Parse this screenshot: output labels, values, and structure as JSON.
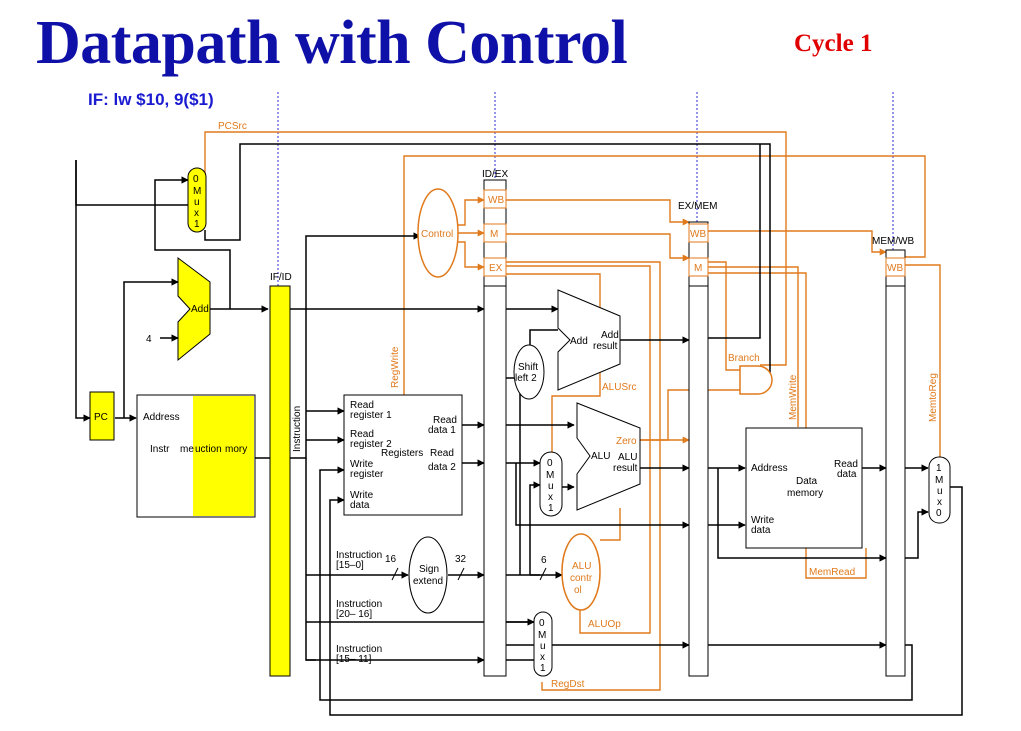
{
  "header": {
    "title": "Datapath with Control",
    "cycle": "Cycle 1",
    "stage_label": "IF: lw $10, 9($1)"
  },
  "colors": {
    "title": "#0f10a8",
    "cycle": "#e00000",
    "control_wires": "#e07a1c",
    "highlight": "#ffff00"
  },
  "pipeline_registers": {
    "if_id": "IF/ID",
    "id_ex": "ID/EX",
    "ex_mem": "EX/MEM",
    "mem_wb": "MEM/WB"
  },
  "control_fields": {
    "wb": "WB",
    "m": "M",
    "ex": "EX"
  },
  "control_signals": {
    "pcsrc": "PCSrc",
    "regwrite": "RegWrite",
    "alusrc": "ALUSrc",
    "branch": "Branch",
    "memwrite": "MemWrite",
    "memtoreg": "MemtoReg",
    "memread": "MemRead",
    "aluop": "ALUOp",
    "regdst": "RegDst"
  },
  "units": {
    "control": "Control",
    "pc": "PC",
    "add": "Add",
    "constant_four": "4",
    "add_result_add": "Add",
    "add_result_label": "Add",
    "add_result_label2": "result",
    "shift_left_line1": "Shift",
    "shift_left_line2": "left 2",
    "alu": "ALU",
    "alu_zero": "Zero",
    "alu_result_line1": "ALU",
    "alu_result_line2": "result",
    "alu_control_line1": "ALU",
    "alu_control_line2": "contr",
    "alu_control_line3": "ol",
    "sign_extend_line1": "Sign",
    "sign_extend_line2": "extend",
    "bits_16": "16",
    "bits_32": "32",
    "bits_6": "6"
  },
  "instruction_memory": {
    "address": "Address",
    "label_part1": "Instr",
    "label_part2": "me",
    "label_part3": "uction",
    "label_part4": "mory"
  },
  "registers": {
    "instruction_bus": "Instruction",
    "read_register_1_line1": "Read",
    "read_register_1_line2": "register 1",
    "read_register_2_line1": "Read",
    "read_register_2_line2": "register 2",
    "write_register_line1": "Write",
    "write_register_line2": "register",
    "write_data_line1": "Write",
    "write_data_line2": "data",
    "read_data_1_line1": "Read",
    "read_data_1_line2": "data 1",
    "read_data_2_line1": "Read",
    "read_data_2_line2": "data 2",
    "title": "Registers"
  },
  "instruction_fields": {
    "f_15_0_line1": "Instruction",
    "f_15_0_line2": "[15–0]",
    "f_20_16_line1": "Instruction",
    "f_20_16_line2": "[20– 16]",
    "f_15_11_line1": "Instruction",
    "f_15_11_line2": "[15– 11]"
  },
  "data_memory": {
    "address": "Address",
    "read_data_line1": "Read",
    "read_data_line2": "data",
    "title_line1": "Data",
    "title_line2": "memory",
    "write_data_line1": "Write",
    "write_data_line2": "data"
  },
  "muxes": {
    "pc_mux": [
      "0",
      "M",
      "u",
      "x",
      "1"
    ],
    "alu_src_mux": [
      "0",
      "M",
      "u",
      "x",
      "1"
    ],
    "reg_dst_mux": [
      "0",
      "M",
      "u",
      "x",
      "1"
    ],
    "mem_to_reg_mux": [
      "1",
      "M",
      "u",
      "x",
      "0"
    ]
  }
}
